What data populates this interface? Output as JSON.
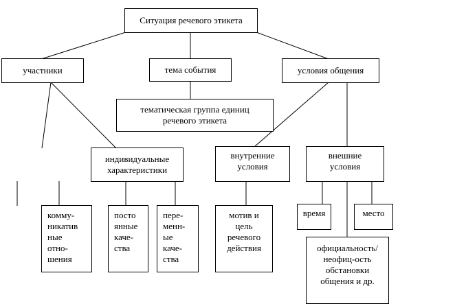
{
  "nodes": {
    "root": "Ситуация речевого этикета",
    "participants": "участники",
    "topic": "тема события",
    "conditions": "условия общения",
    "topic_group": "тематическая группа единиц\nречевого этикета",
    "individual": "индивидуальные\nхарактеристики",
    "internal": "внутренние\nусловия",
    "external": "внешние\nусловия",
    "communicative": "комму-\nникатив\nные\nотно-\nшения",
    "permanent": "посто\nянные\nкаче-\nства",
    "variable": "пере-\nменн-\nые\nкаче-\nства",
    "motive": "мотив и\nцель\nречевого\nдействия",
    "time": "время",
    "place": "место",
    "formality": "официальность/\nнеофиц-ость\nобстановки\nобщения и др."
  }
}
